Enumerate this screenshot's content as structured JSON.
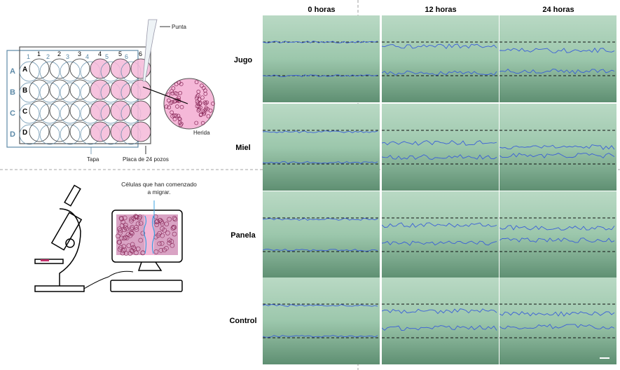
{
  "plate_diagram": {
    "tip_label": "Punta",
    "wound_label": "Herida",
    "lid_label": "Tapa",
    "plate_label": "Placa de 24 pozos",
    "rows": [
      "A",
      "B",
      "C",
      "D"
    ],
    "columns": [
      "1",
      "2",
      "3",
      "4",
      "5",
      "6"
    ]
  },
  "imaging_diagram": {
    "annotation": "Células que han comenzado a migrar."
  },
  "grid": {
    "time_headers": [
      "0 horas",
      "12 horas",
      "24 horas"
    ],
    "row_labels": [
      "Jugo",
      "Miel",
      "Panela",
      "Control"
    ]
  },
  "colors": {
    "pink": "#f5b8d8",
    "cell_wall": "#8a2a5a",
    "migration_line": "#3a5fd9",
    "plate_outline": "#5d8aa8"
  }
}
